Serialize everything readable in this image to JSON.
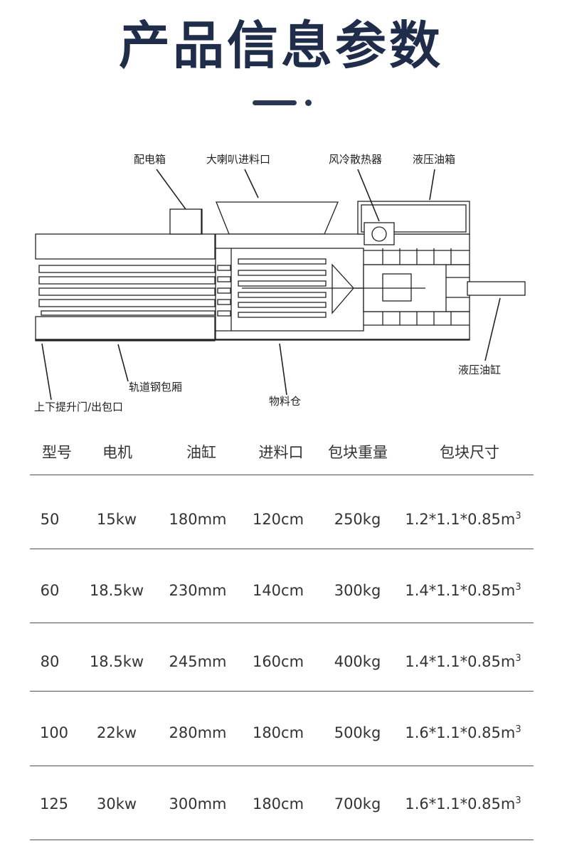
{
  "page": {
    "title": "产品信息参数",
    "accent_color": "#1f2d4a"
  },
  "diagram": {
    "labels": {
      "power_box": "配电箱",
      "hopper": "大喇叭进料口",
      "cooler": "风冷散热器",
      "oil_tank": "液压油箱",
      "cylinder": "液压油缸",
      "rail": "轨道钢包厢",
      "door": "上下提升门/出包口",
      "chamber": "物料仓"
    }
  },
  "table": {
    "headers": [
      "型号",
      "电机",
      "油缸",
      "进料口",
      "包块重量",
      "包块尺寸"
    ],
    "rows": [
      [
        "50",
        "15kw",
        "180mm",
        "120cm",
        "250kg",
        "1.2*1.1*0.85m"
      ],
      [
        "60",
        "18.5kw",
        "230mm",
        "140cm",
        "300kg",
        "1.4*1.1*0.85m"
      ],
      [
        "80",
        "18.5kw",
        "245mm",
        "160cm",
        "400kg",
        "1.4*1.1*0.85m"
      ],
      [
        "100",
        "22kw",
        "280mm",
        "180cm",
        "500kg",
        "1.6*1.1*0.85m"
      ],
      [
        "125",
        "30kw",
        "300mm",
        "180cm",
        "700kg",
        "1.6*1.1*0.85m"
      ]
    ],
    "size_unit_exponent": "3"
  }
}
